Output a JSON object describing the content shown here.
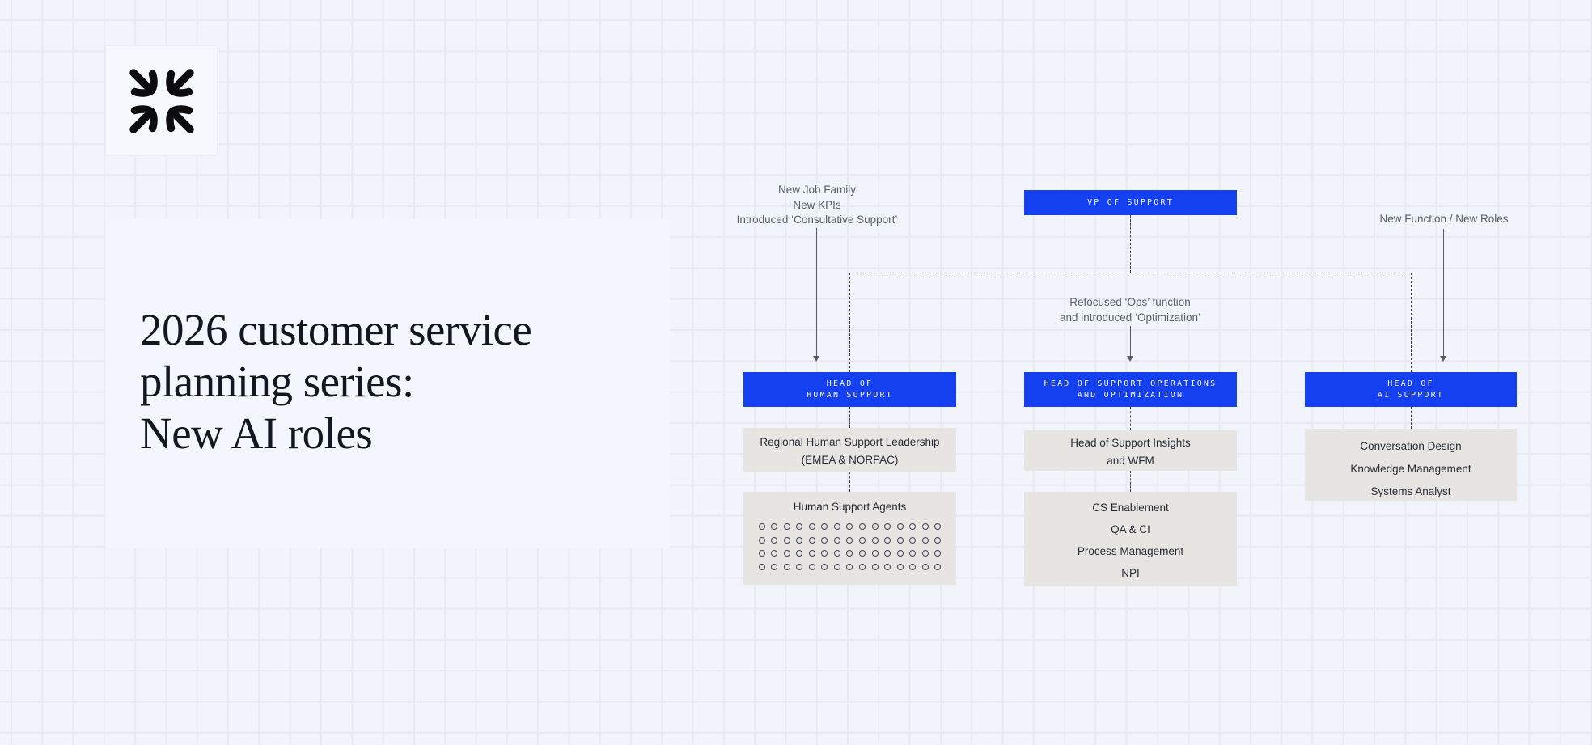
{
  "colors": {
    "background": "#f1f4fb",
    "grid_line": "#e7eaef",
    "card": "#f3f6fc",
    "accent_blue": "#1540f0",
    "gray_box": "#e6e5e2",
    "title_text": "#131722",
    "box_text": "#272c36",
    "annotation_text": "#5a616b"
  },
  "logo": {
    "icon": "converging-arrows"
  },
  "title_card": {
    "lines": [
      "2026 customer service",
      "planning series:",
      "New AI roles"
    ]
  },
  "org_chart": {
    "vp": {
      "label": "VP OF SUPPORT"
    },
    "annotations": {
      "left": {
        "lines": [
          "New Job Family",
          "New KPIs",
          "Introduced ‘Consultative Support’"
        ]
      },
      "middle": {
        "lines": [
          "Refocused ‘Ops’ function",
          "and introduced ‘Optimization’"
        ]
      },
      "right": {
        "lines": [
          "New Function / New Roles"
        ]
      }
    },
    "columns": {
      "human": {
        "head": {
          "lines": [
            "HEAD OF",
            "HUMAN SUPPORT"
          ]
        },
        "leadership": {
          "lines": [
            "Regional Human Support Leadership",
            "(EMEA & NORPAC)"
          ]
        },
        "agents": {
          "title": "Human Support Agents",
          "dots": {
            "rows": 4,
            "cols": 15
          }
        }
      },
      "operations": {
        "head": {
          "lines": [
            "HEAD OF SUPPORT OPERATIONS",
            "AND OPTIMIZATION"
          ]
        },
        "insights": {
          "lines": [
            "Head of Support Insights",
            "and WFM"
          ]
        },
        "functions": {
          "lines": [
            "CS Enablement",
            "QA & CI",
            "Process Management",
            "NPI"
          ]
        }
      },
      "ai": {
        "head": {
          "lines": [
            "HEAD OF",
            "AI SUPPORT"
          ]
        },
        "roles": {
          "lines": [
            "Conversation Design",
            "Knowledge Management",
            "Systems Analyst"
          ]
        }
      }
    }
  }
}
